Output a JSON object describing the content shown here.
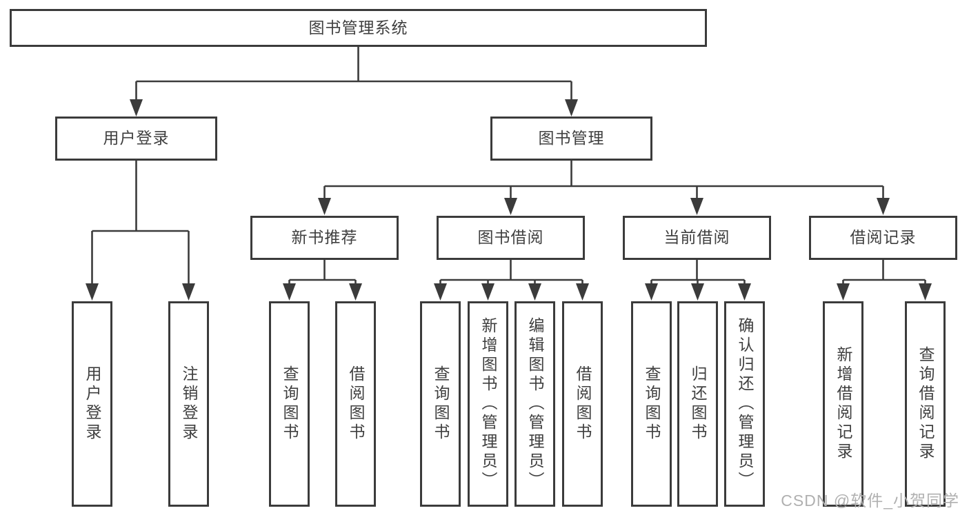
{
  "diagram": {
    "root": {
      "label": "图书管理系统"
    },
    "branches": [
      {
        "label": "用户登录",
        "children": [
          {
            "label": "用户登录"
          },
          {
            "label": "注销登录"
          }
        ]
      },
      {
        "label": "图书管理",
        "children": [
          {
            "label": "新书推荐",
            "children": [
              {
                "label": "查询图书"
              },
              {
                "label": "借阅图书"
              }
            ]
          },
          {
            "label": "图书借阅",
            "children": [
              {
                "label": "查询图书"
              },
              {
                "label": "新增图书（管理员）"
              },
              {
                "label": "编辑图书（管理员）"
              },
              {
                "label": "借阅图书"
              }
            ]
          },
          {
            "label": "当前借阅",
            "children": [
              {
                "label": "查询图书"
              },
              {
                "label": "归还图书"
              },
              {
                "label": "确认归还（管理员）"
              }
            ]
          },
          {
            "label": "借阅记录",
            "children": [
              {
                "label": "新增借阅记录"
              },
              {
                "label": "查询借阅记录"
              }
            ]
          }
        ]
      }
    ],
    "colors": {
      "line": "#3b3b3b",
      "text": "#3f3f3f",
      "watermark": "#b0b0b0",
      "background": "#ffffff"
    },
    "watermark": {
      "text": "CSDN @软件_小贺同学"
    }
  }
}
